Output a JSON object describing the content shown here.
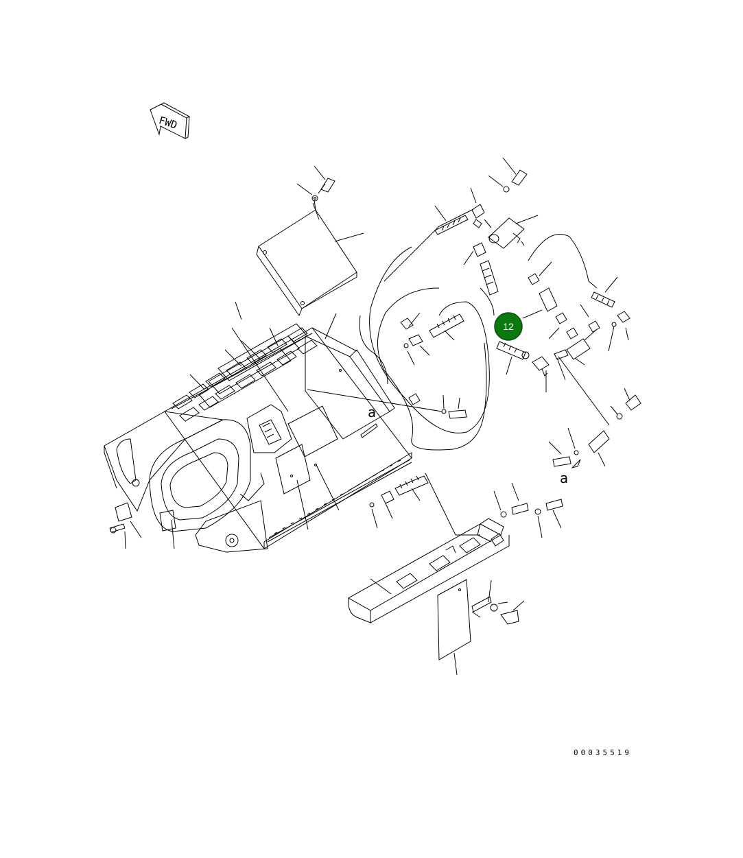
{
  "diagram": {
    "fwd_label": "FWD",
    "view_marker_a": "a",
    "drawing_number": "00035519",
    "callouts": [
      {
        "label": "12",
        "color": "#0a7a10",
        "text_color": "#ffffff"
      }
    ]
  }
}
